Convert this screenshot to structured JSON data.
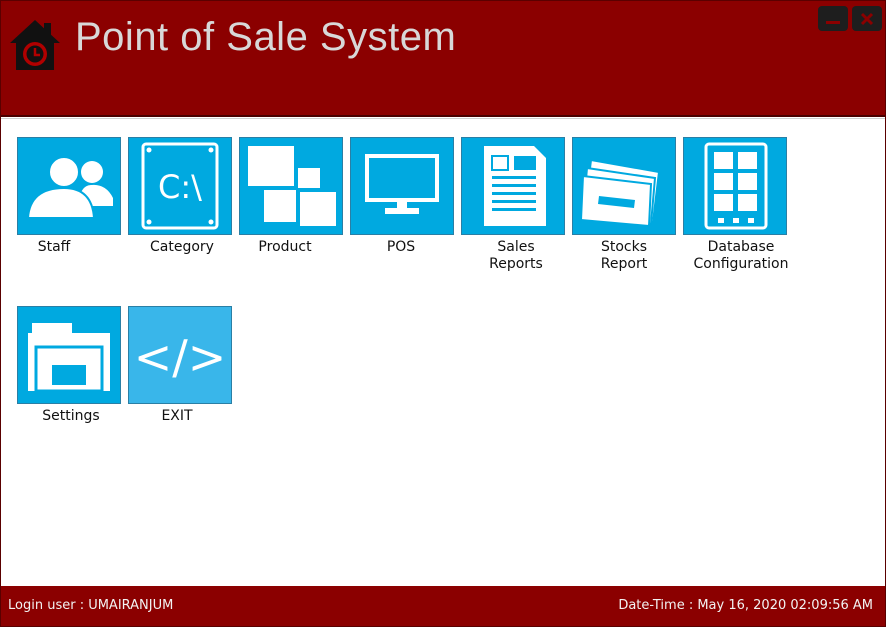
{
  "app": {
    "title": "Point of Sale System",
    "icon": "house-clock-icon"
  },
  "window_controls": {
    "minimize_icon": "minimize-icon",
    "close_icon": "close-icon"
  },
  "tiles": [
    {
      "label": "Staff",
      "icon": "users-icon"
    },
    {
      "label": "Category",
      "icon": "drive-icon",
      "icon_text": "C:\\"
    },
    {
      "label": "Product",
      "icon": "product-boxes-icon"
    },
    {
      "label": "POS",
      "icon": "monitor-icon"
    },
    {
      "label": "Sales Reports",
      "line1": "Sales",
      "line2": "Reports",
      "icon": "document-icon"
    },
    {
      "label": "Stocks Report",
      "line1": "Stocks",
      "line2": "Report",
      "icon": "papers-icon"
    },
    {
      "label": "Database Configuration",
      "line1": "Database",
      "line2": "Configuration",
      "icon": "grid-device-icon"
    },
    {
      "label": "Settings",
      "icon": "folder-icon"
    },
    {
      "label": "EXIT",
      "icon": "code-icon",
      "icon_text": "</>"
    }
  ],
  "footer": {
    "login": "Login user : UMAIRANJUM",
    "datetime": "Date-Time : May 16, 2020 02:09:56 AM"
  },
  "colors": {
    "header": "#8b0000",
    "tile": "#00a9e0",
    "title_text": "#d8d8d8"
  }
}
